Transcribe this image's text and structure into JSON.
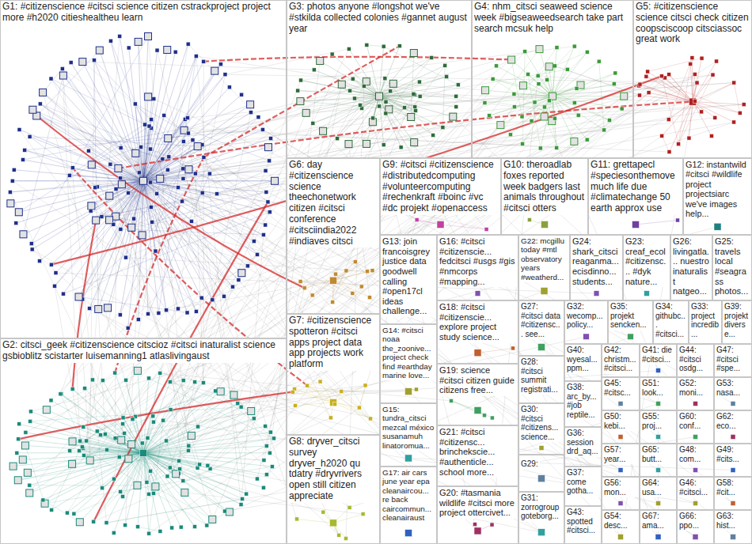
{
  "diagram": {
    "nodes": [
      {
        "text": [
          "G1: #citizenscience #citsci science citizen cstrackproject project more #h2020 citieshealtheu learn"
        ]
      },
      {
        "text": [
          "G2: citsci_geek #citizenscience citscioz #citsci inaturalist science gsbioblitz scistarter luisemanning1 atlaslivingaust"
        ]
      },
      {
        "text": [
          "G3: photos anyone #longshot we've #stkilda collected colonies #gannet august year"
        ]
      },
      {
        "text": [
          "G4: nhm_citsci seaweed science week #bigseaweedsearch take part search mcsuk help"
        ]
      },
      {
        "text": [
          "G5: #citizenscience science citsci check citizen coopsciscoop citsciassoc great work"
        ]
      },
      {
        "text": [
          "G6: day #citizenscience science theechonetwork citizen #citsci conference #citsciindia2022 #indiaves citsci"
        ]
      },
      {
        "text": [
          "G7: #citizenscience spotteron #citsci apps project data app projects work platform"
        ]
      },
      {
        "text": [
          "G8: dryver_citsci survey dryver_h2020 qu tdatry #dryvrivers open still citizen appreciate"
        ]
      },
      {
        "text": [
          "G9: #citsci #citizenscience #distributedcomputing #volunteercomputing #rechenkraft #boinc #vc #dc projekt #openaccess"
        ]
      },
      {
        "text": [
          "G10: theroadlab foxes reported week badgers last animals throughout #citsci otters"
        ]
      },
      {
        "text": [
          "G11: grettapecl #speciesonthemove much life due #climatechange 50 earth approx use"
        ]
      },
      {
        "text": [
          "G12: instantwild #citsci #wildlife project projectsiarc we've images help..."
        ]
      },
      {
        "text": [
          "G13: join francoisgrey justice data goodwell calling #open17cl ideas challenge..."
        ]
      },
      {
        "text": [
          "G14: #citsci noaa the_zoonive... project check find #earthday marine love..."
        ]
      },
      {
        "text": [
          "G15: tundra_citsci mezcal méxico susanamuh linatoromua..."
        ]
      },
      {
        "text": [
          "G16: #citsci #citizenscie... fedcitsci #usgs #gis #nmcorps #mapping..."
        ]
      },
      {
        "text": [
          "G17: air cars june year epa cleanaircou... re back caircommun... cleanairaust"
        ]
      },
      {
        "text": [
          "G18: #citsci #citizenscie... explore project study science..."
        ]
      },
      {
        "text": [
          "G19: science #citsci citizen guide citizens free..."
        ]
      },
      {
        "text": [
          "G20: #tasmania wildlife #citsci more project ottercivet..."
        ]
      },
      {
        "text": [
          "G21: #citsci #citizensc... brinchekscie... #authenticle... school more..."
        ]
      },
      {
        "text": [
          "G22: mcgillu today #mtl observatory years #weatherd..."
        ]
      },
      {
        "text": [
          "G23: creaf_ecol #citizensc... #dyk nature..."
        ]
      },
      {
        "text": [
          "G24: shark_citsci reaganma... ecisdinno... students..."
        ]
      },
      {
        "text": [
          "G25: travels local #seagrass photos..."
        ]
      },
      {
        "text": [
          "G26: livingatla... nuestro inaturalist natgeo..."
        ]
      },
      {
        "text": [
          "G27: #citsci data #citizensc... see..."
        ]
      },
      {
        "text": [
          "G28: #citsci summit registrati..."
        ]
      },
      {
        "text": [
          "G29:"
        ]
      },
      {
        "text": [
          "G30: #citsci #citizens... science..."
        ]
      },
      {
        "text": [
          "G31: zorrogroup goteborg..."
        ]
      },
      {
        "text": [
          "G32: wecomp... policy..."
        ]
      },
      {
        "text": [
          "G33: project incredib..."
        ]
      },
      {
        "text": [
          "G34: githubc... #citsci..."
        ]
      },
      {
        "text": [
          "G35: projekt sencken..."
        ]
      },
      {
        "text": [
          "G36: session drd_aq..."
        ]
      },
      {
        "text": [
          "G37: come gotha..."
        ]
      },
      {
        "text": [
          "G38: arc_by... #job reptile..."
        ]
      },
      {
        "text": [
          "G39: projekt diverse..."
        ]
      },
      {
        "text": [
          "G40: wyesal... ppm..."
        ]
      },
      {
        "text": [
          "G41: die #citsci..."
        ]
      },
      {
        "text": [
          "G42: christm... #citsci..."
        ]
      },
      {
        "text": [
          "G43: spotted #citsci..."
        ]
      },
      {
        "text": [
          "G44: #citsci osdg..."
        ]
      },
      {
        "text": [
          "G45: #citsc..."
        ]
      },
      {
        "text": [
          "G46: #citsci..."
        ]
      },
      {
        "text": [
          "G47: #citsci #spe..."
        ]
      },
      {
        "text": [
          "G48: com..."
        ]
      },
      {
        "text": [
          "G49: #cits..."
        ]
      },
      {
        "text": [
          "G50: kebi..."
        ]
      },
      {
        "text": [
          "G51: look..."
        ]
      },
      {
        "text": [
          "G52: moni..."
        ]
      },
      {
        "text": [
          "G53: nasa..."
        ]
      },
      {
        "text": [
          "G54: desc..."
        ]
      },
      {
        "text": [
          "G55: proj..."
        ]
      },
      {
        "text": [
          "G56: mon..."
        ]
      },
      {
        "text": [
          "G57: year..."
        ]
      },
      {
        "text": [
          "G58: #cit..."
        ]
      },
      {
        "text": [
          "G60: conf..."
        ]
      },
      {
        "text": [
          "G62: eco..."
        ]
      },
      {
        "text": [
          "G63: hist..."
        ]
      },
      {
        "text": [
          "G64: usa..."
        ]
      },
      {
        "text": [
          "G65: butt..."
        ]
      },
      {
        "text": [
          "G66: ppo..."
        ]
      },
      {
        "text": [
          "G67: ama..."
        ]
      }
    ]
  }
}
